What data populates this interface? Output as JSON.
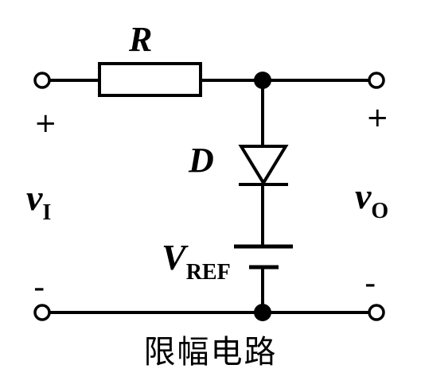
{
  "circuit": {
    "resistor_label": "R",
    "diode_label": "D",
    "vref_main": "V",
    "vref_sub": "REF",
    "input_main": "v",
    "input_sub": "I",
    "output_main": "v",
    "output_sub": "O",
    "plus_sign": "+",
    "minus_sign": "-"
  },
  "caption": "限幅电路"
}
